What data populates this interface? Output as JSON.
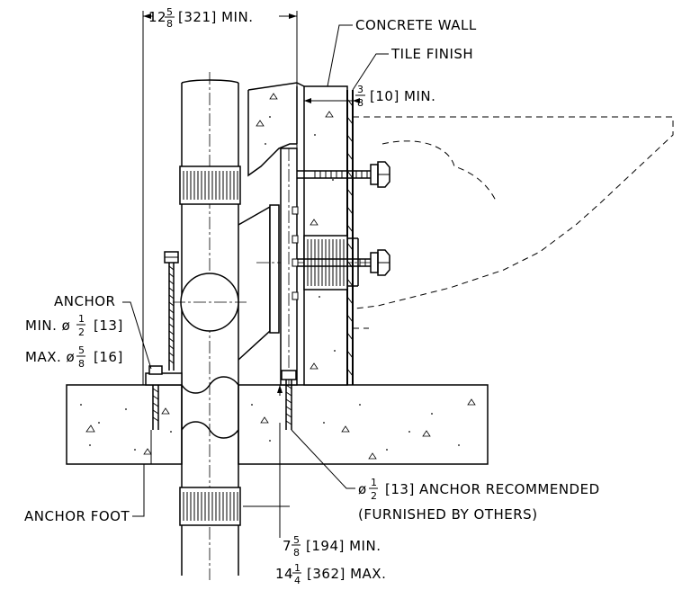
{
  "labels": {
    "top_dim_whole": "12",
    "top_dim_num": "5",
    "top_dim_den": "8",
    "top_dim_rest": "[321] MIN.",
    "concrete_wall": "CONCRETE WALL",
    "tile_finish": "TILE FINISH",
    "tile_dim_num": "3",
    "tile_dim_den": "8",
    "tile_dim_rest": "[10] MIN.",
    "anchor": "ANCHOR",
    "min_prefix": "MIN. ø",
    "min_num": "1",
    "min_den": "2",
    "min_rest": "[13]",
    "max_prefix": "MAX. ø",
    "max_num": "5",
    "max_den": "8",
    "max_rest": "[16]",
    "anchor_foot": "ANCHOR FOOT",
    "rec_prefix": "ø",
    "rec_num": "1",
    "rec_den": "2",
    "rec_rest": "[13] ANCHOR RECOMMENDED",
    "furnished": "(FURNISHED BY OTHERS)",
    "min_height_whole": "7",
    "min_height_num": "5",
    "min_height_den": "8",
    "min_height_rest": "[194] MIN.",
    "max_height_whole": "14",
    "max_height_num": "1",
    "max_height_den": "4",
    "max_height_rest": "[362] MAX."
  }
}
